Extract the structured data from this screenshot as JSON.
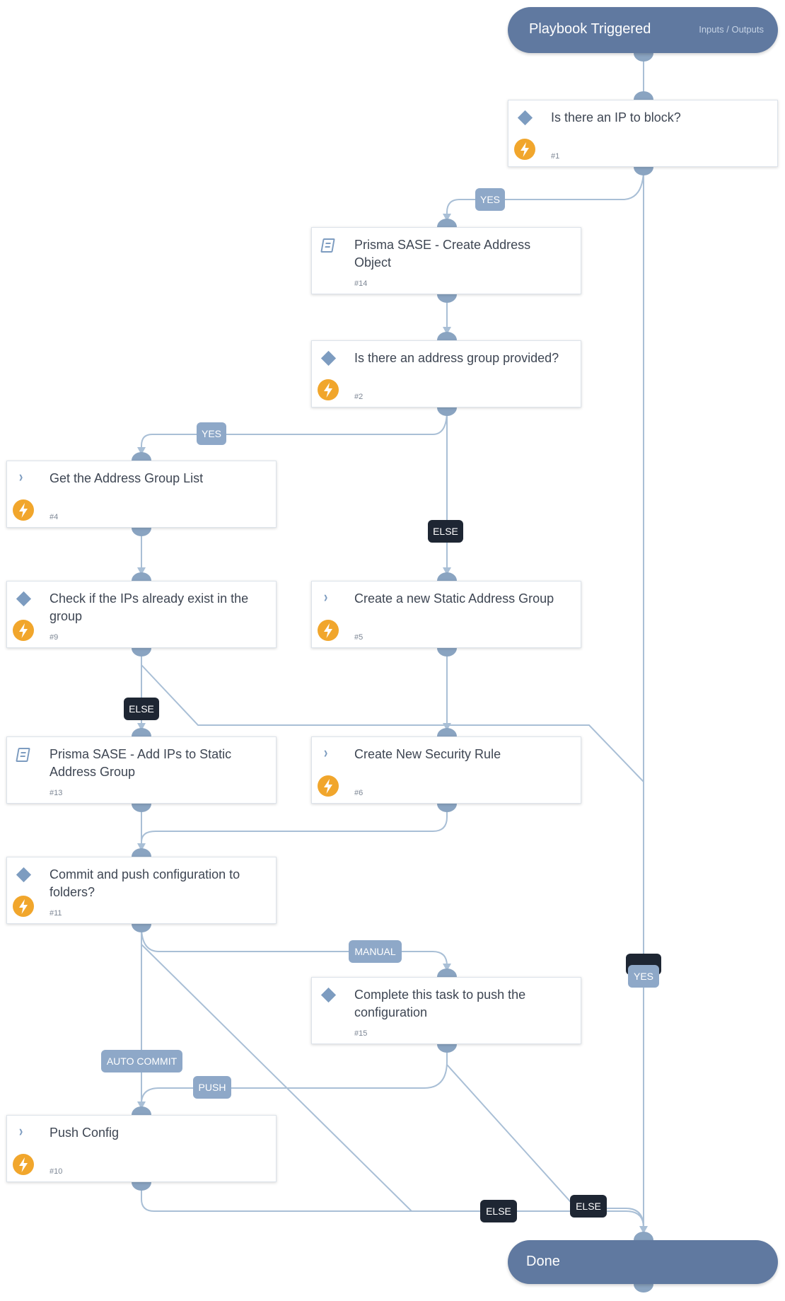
{
  "start": {
    "title": "Playbook Triggered",
    "io_link": "Inputs / Outputs"
  },
  "end": {
    "title": "Done"
  },
  "tasks": {
    "t1": {
      "title": "Is there an IP to block?",
      "num": "#1"
    },
    "t14": {
      "title": "Prisma SASE - Create Address Object",
      "num": "#14"
    },
    "t2": {
      "title": "Is there an address group provided?",
      "num": "#2"
    },
    "t4": {
      "title": "Get the Address Group List",
      "num": "#4"
    },
    "t9": {
      "title": "Check if the IPs already exist in the group",
      "num": "#9"
    },
    "t5": {
      "title": "Create a new Static Address Group",
      "num": "#5"
    },
    "t13": {
      "title": "Prisma SASE - Add IPs to Static Address Group",
      "num": "#13"
    },
    "t6": {
      "title": "Create New Security Rule",
      "num": "#6"
    },
    "t11": {
      "title": "Commit and push configuration to folders?",
      "num": "#11"
    },
    "t15": {
      "title": "Complete this task to push the configuration",
      "num": "#15"
    },
    "t10": {
      "title": "Push Config",
      "num": "#10"
    }
  },
  "labels": {
    "yes_1": "YES",
    "yes_2": "YES",
    "else_2": "ELSE",
    "else_9": "ELSE",
    "manual": "MANUAL",
    "auto_commit": "AUTO COMMIT",
    "push": "PUSH",
    "else_11": "ELSE",
    "else_15": "ELSE",
    "else_1": "ELSE",
    "yes_9": "YES"
  },
  "colors": {
    "terminal": "#6079a0",
    "edge": "#a9bfd6",
    "port": "#8aa4c1",
    "label_light": "#8ea8c8",
    "label_dark": "#1e2633",
    "bolt": "#f1a62c"
  }
}
